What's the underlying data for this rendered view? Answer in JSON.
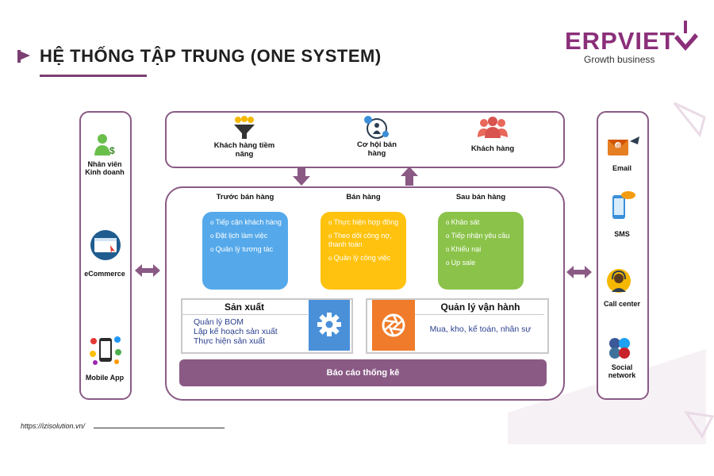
{
  "header": {
    "title": "HỆ THỐNG TẬP TRUNG (ONE SYSTEM)",
    "logo_main": "ERPVIET",
    "logo_sub": "Growth business",
    "brand_color": "#8b2f7a"
  },
  "left_channels": [
    {
      "label": "Nhân viên Kinh doanh",
      "icon": "salesperson-icon"
    },
    {
      "label": "eCommerce",
      "icon": "ecommerce-icon"
    },
    {
      "label": "Mobile App",
      "icon": "mobile-app-icon"
    }
  ],
  "right_channels": [
    {
      "label": "Email",
      "icon": "email-icon"
    },
    {
      "label": "SMS",
      "icon": "sms-icon"
    },
    {
      "label": "Call center",
      "icon": "call-center-icon"
    },
    {
      "label": "Social network",
      "icon": "social-network-icon"
    }
  ],
  "customer_funnel": [
    {
      "label": "Khách hàng tiềm năng",
      "icon": "funnel-icon"
    },
    {
      "label": "Cơ hội bán hàng",
      "icon": "opportunity-icon"
    },
    {
      "label": "Khách hàng",
      "icon": "customers-icon"
    }
  ],
  "phases": [
    {
      "title": "Trước bán hàng",
      "color": "#55a9ea",
      "items": [
        "Tiếp cận khách hàng",
        "Đặt lịch làm việc",
        "Quản lý tương tác"
      ]
    },
    {
      "title": "Bán hàng",
      "color": "#ffc20e",
      "items": [
        "Thực hiện hợp đồng",
        "Theo dõi công nợ, thanh toán",
        "Quản lý công việc"
      ]
    },
    {
      "title": "Sau bán hàng",
      "color": "#8bc34a",
      "items": [
        "Khảo sát",
        "Tiếp nhận yêu cầu",
        "Khiếu nại",
        "Up sale"
      ]
    }
  ],
  "production": {
    "title": "Sản xuất",
    "items": [
      "Quản lý BOM",
      "Lập kế hoạch sản xuất",
      "Thực hiện sản xuất"
    ],
    "icon": "gear-icon",
    "color": "#4a90d9"
  },
  "operations": {
    "title": "Quản lý vận hành",
    "text": "Mua, kho, kế toán, nhân sự",
    "icon": "aperture-icon",
    "color": "#f07b2a"
  },
  "report": {
    "label": "Báo cáo thống kê",
    "color": "#8a5a85"
  },
  "footer": {
    "url": "https://izisolution.vn/"
  }
}
